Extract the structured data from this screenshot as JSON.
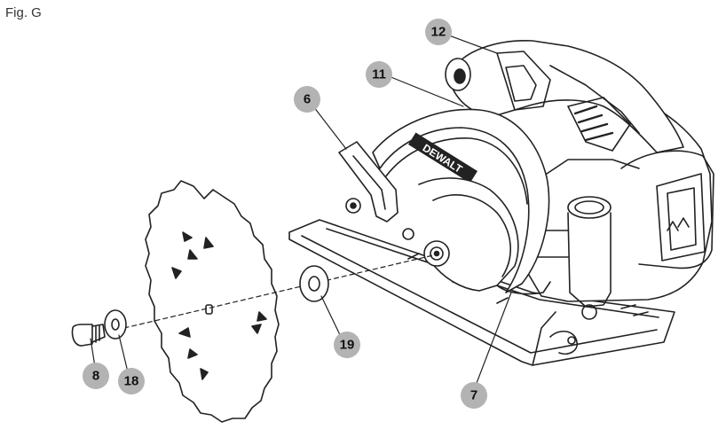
{
  "figure_label": "Fig. G",
  "brand_logo_text": "DEWALT",
  "colors": {
    "line": "#222222",
    "callout_fill": "#b3b3b3",
    "callout_text": "#111111",
    "background": "#ffffff"
  },
  "callouts": [
    {
      "id": "12",
      "label": "12",
      "part": "handle"
    },
    {
      "id": "11",
      "label": "11",
      "part": "upper-guard"
    },
    {
      "id": "6",
      "label": "6",
      "part": "lower-guard-lever"
    },
    {
      "id": "19",
      "label": "19",
      "part": "inner-clamp-washer"
    },
    {
      "id": "8",
      "label": "8",
      "part": "blade-clamping-screw"
    },
    {
      "id": "18",
      "label": "18",
      "part": "outer-clamp-washer"
    },
    {
      "id": "7",
      "label": "7",
      "part": "lower-guard"
    }
  ]
}
